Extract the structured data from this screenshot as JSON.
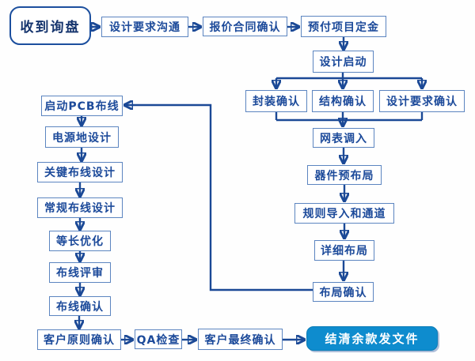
{
  "diagram": {
    "type": "flowchart",
    "language": "zh-CN",
    "subject": "PCB design service workflow"
  },
  "colors": {
    "background": "#ffffff",
    "box_border": "#5c85c0",
    "box_text": "#1c4a9a",
    "arrow": "#1b4996",
    "start_border": "#1c4f9e",
    "start_text": "#16356e",
    "final_fill": "#0e8cce",
    "final_text": "#ffffff"
  },
  "nodes": {
    "receive_inquiry": {
      "label": "收到询盘"
    },
    "design_requirement_comm": {
      "label": "设计要求沟通"
    },
    "quote_contract_confirm": {
      "label": "报价合同确认"
    },
    "project_deposit": {
      "label": "预付项目定金"
    },
    "design_kickoff": {
      "label": "设计启动"
    },
    "package_confirm": {
      "label": "封装确认"
    },
    "structure_confirm": {
      "label": "结构确认"
    },
    "design_requirement_confirm": {
      "label": "设计要求确认"
    },
    "netlist_import": {
      "label": "网表调入"
    },
    "component_preplacement": {
      "label": "器件预布局"
    },
    "rules_import_channels": {
      "label": "规则导入和通道"
    },
    "detailed_placement": {
      "label": "详细布局"
    },
    "placement_confirm": {
      "label": "布局确认"
    },
    "start_pcb_routing": {
      "label": "启动PCB布线"
    },
    "power_ground_design": {
      "label": "电源地设计"
    },
    "critical_routing_design": {
      "label": "关键布线设计"
    },
    "general_routing_design": {
      "label": "常规布线设计"
    },
    "length_matching": {
      "label": "等长优化"
    },
    "routing_review": {
      "label": "布线评审"
    },
    "routing_confirm": {
      "label": "布线确认"
    },
    "customer_principle_confirm": {
      "label": "客户原则确认"
    },
    "qa_check": {
      "label": "QA检查"
    },
    "customer_final_confirm": {
      "label": "客户最终确认"
    },
    "final_payment_delivery": {
      "label": "结清余款发文件"
    }
  }
}
